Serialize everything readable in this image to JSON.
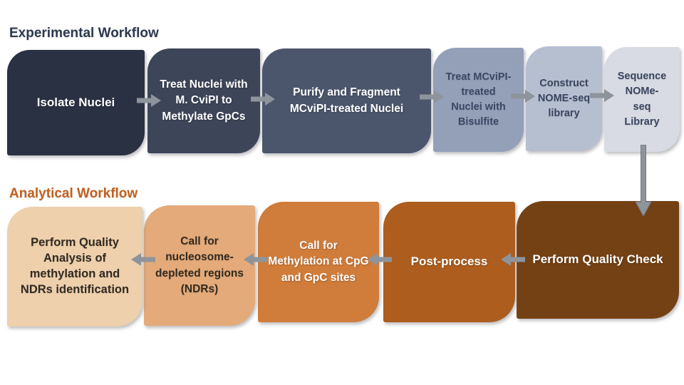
{
  "page": {
    "background": "#ffffff"
  },
  "arrows": {
    "color": "#8e949b",
    "outline": "#72777e"
  },
  "experimental": {
    "title": "Experimental Workflow",
    "title_color": "#2e3950",
    "flow_direction": "left-to-right",
    "steps": [
      {
        "label": "Isolate Nuclei",
        "bg": "#2a3142",
        "text_color": "#ffffff"
      },
      {
        "label": "Treat Nuclei with\nM. CviPI to\nMethylate GpCs",
        "bg": "#3d4558",
        "text_color": "#ffffff"
      },
      {
        "label": "Purify and Fragment\nMCviPI-treated Nuclei",
        "bg": "#4b566c",
        "text_color": "#ffffff"
      },
      {
        "label": "Treat MCviPI-\ntreated\nNuclei with\nBisulfite",
        "bg": "#93a0b8",
        "text_color": "#3c4864"
      },
      {
        "label": "Construct\nNOME-seq\nlibrary",
        "bg": "#b6bfd0",
        "text_color": "#3a4660"
      },
      {
        "label": "Sequence\nNOMe-\nseq\nLibrary",
        "bg": "#d8dbe3",
        "text_color": "#3a4660"
      }
    ]
  },
  "analytical": {
    "title": "Analytical Workflow",
    "title_color": "#c2601f",
    "flow_direction": "right-to-left",
    "steps": [
      {
        "label": "Perform Quality Check",
        "bg": "#744114",
        "text_color": "#ffffff"
      },
      {
        "label": "Post-process",
        "bg": "#ad5d1e",
        "text_color": "#ffffff"
      },
      {
        "label": "Call for\nMethylation at CpG\nand GpC sites",
        "bg": "#d07c3a",
        "text_color": "#ffffff"
      },
      {
        "label": "Call for\nnucleosome-\ndepleted regions\n(NDRs)",
        "bg": "#e4aa79",
        "text_color": "#332b21"
      },
      {
        "label": "Perform Quality\nAnalysis of\nmethylation and\nNDRs identification",
        "bg": "#eed0ad",
        "text_color": "#332b21"
      }
    ]
  }
}
